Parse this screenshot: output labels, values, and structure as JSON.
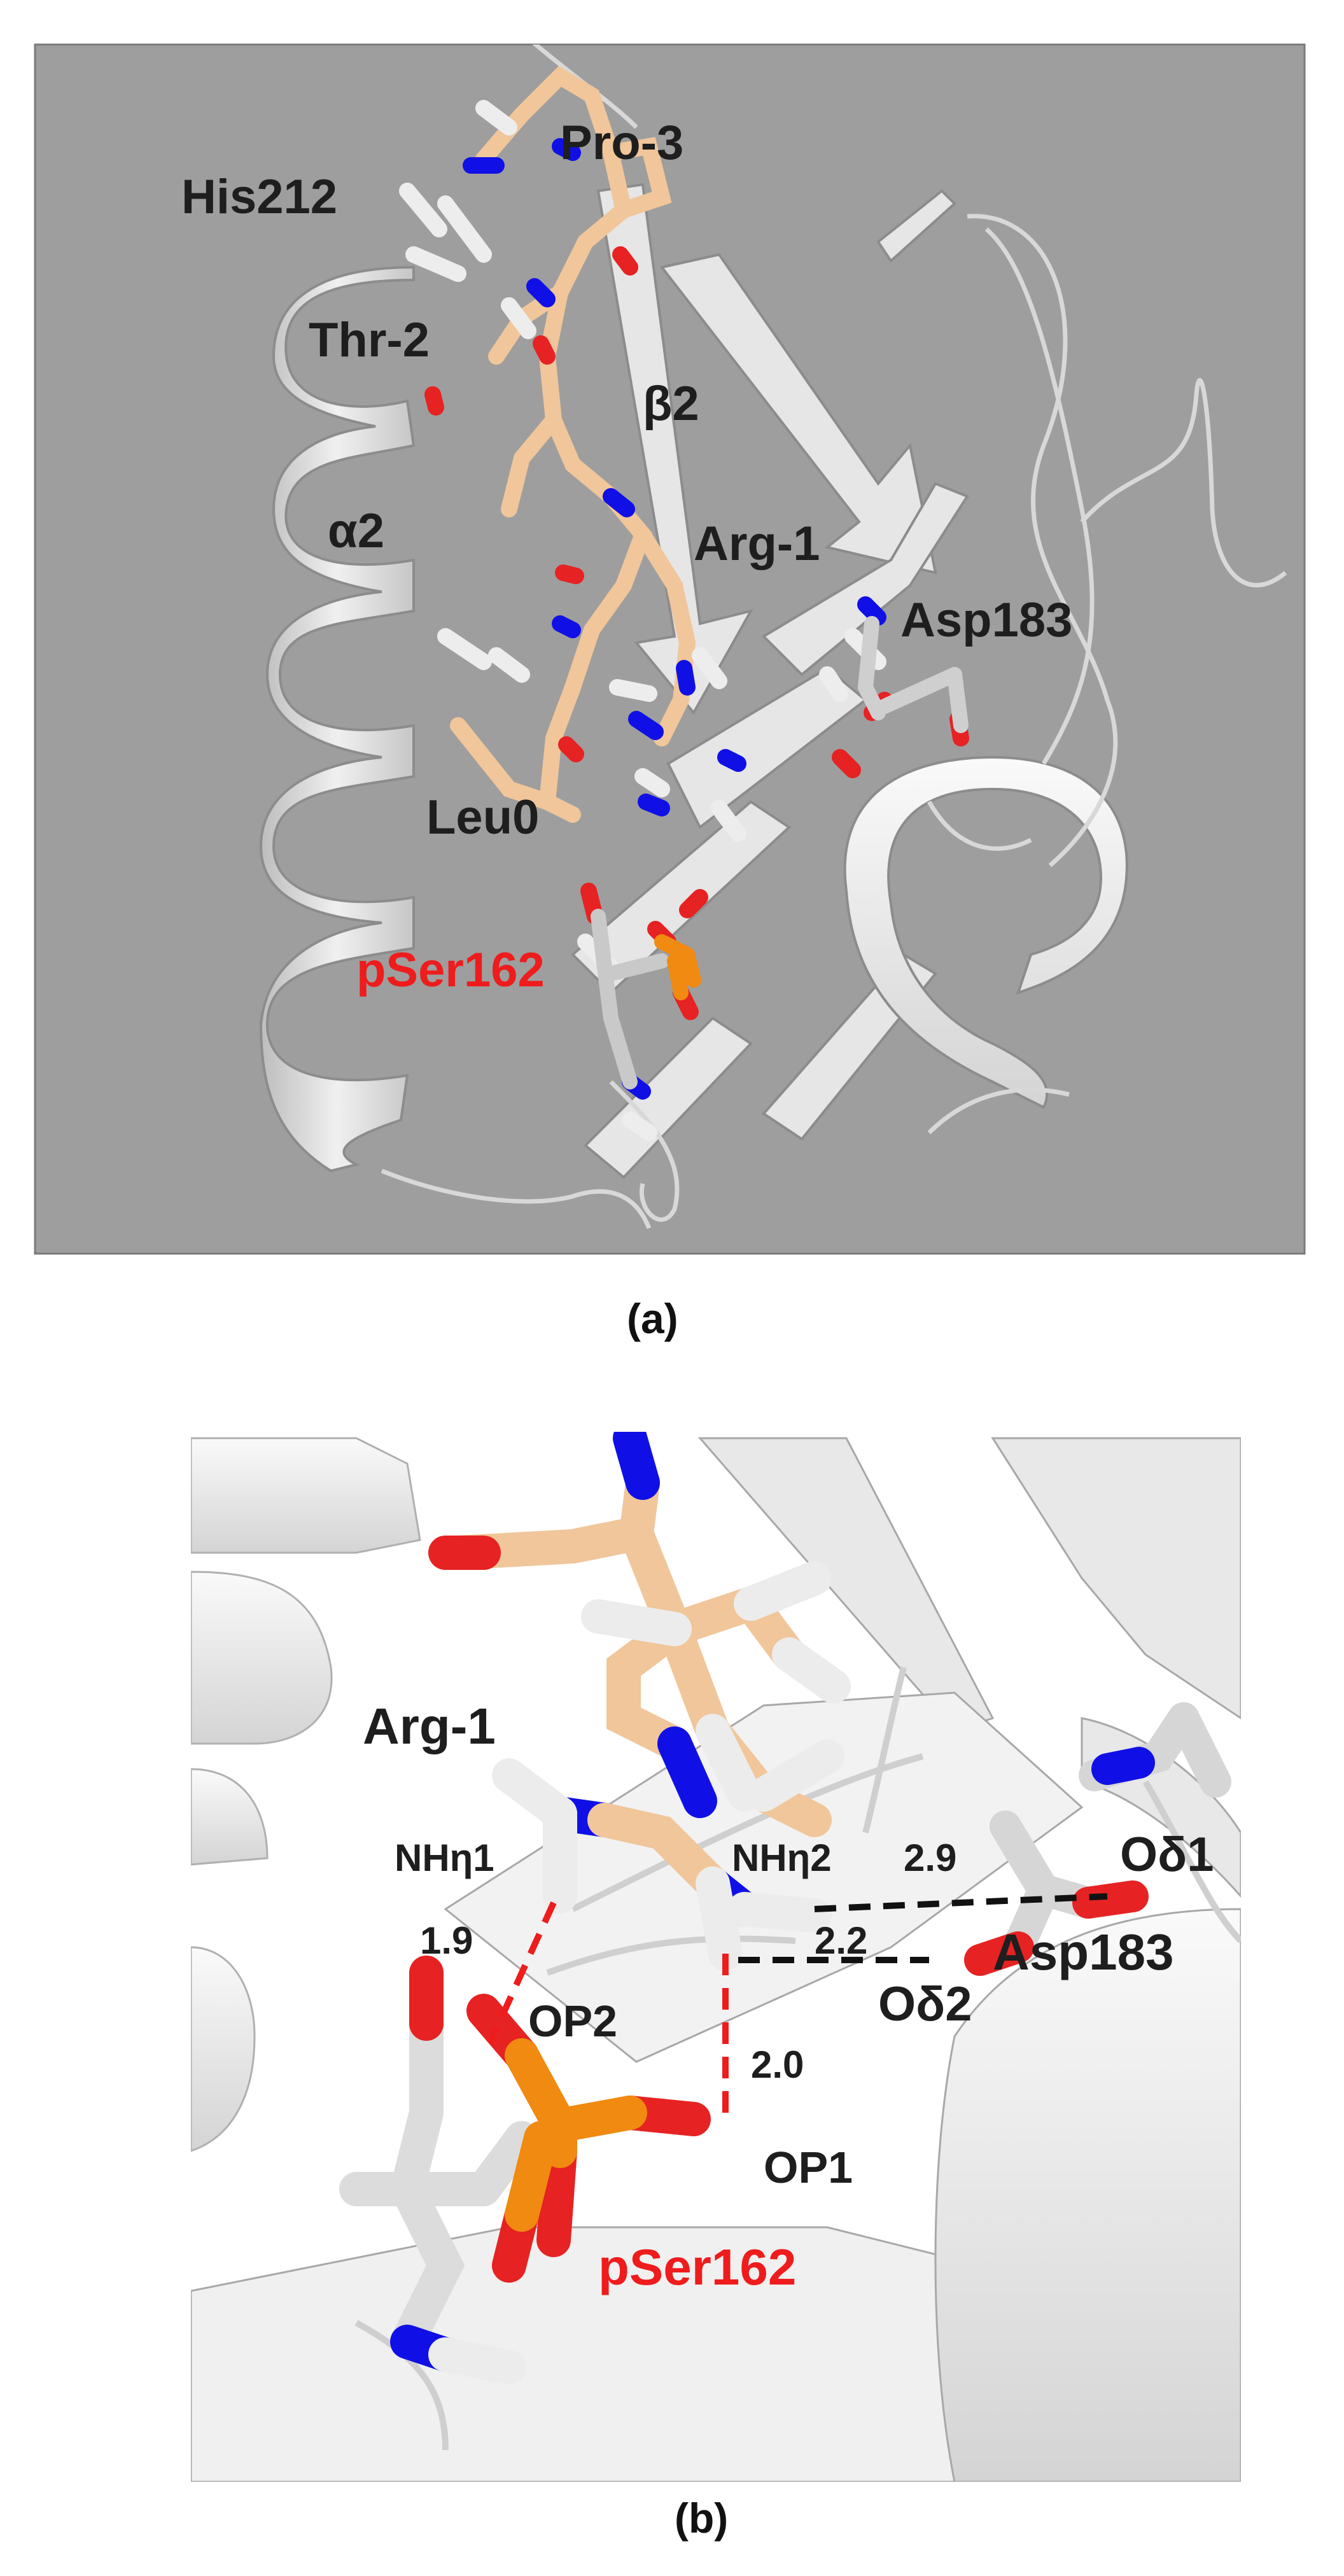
{
  "panel_a": {
    "caption": "(a)",
    "labels": {
      "pro": "Pro-3",
      "his": "His212",
      "thr": "Thr-2",
      "beta": "β2",
      "alpha": "α2",
      "arg": "Arg-1",
      "asp": "Asp183",
      "leu": "Leu0",
      "pser": "pSer162"
    }
  },
  "panel_b": {
    "caption": "(b)",
    "labels": {
      "arg": "Arg-1",
      "nh1": "NHη1",
      "nh2": "NHη2",
      "od1": "Oδ1",
      "od2": "Oδ2",
      "asp": "Asp183",
      "op2": "OP2",
      "op1": "OP1",
      "pser": "pSer162"
    },
    "distances": {
      "d_nh1_op2": "1.9",
      "d_nh2_op1": "2.0",
      "d_nh2_od2": "2.2",
      "d_nh2_od1": "2.9"
    }
  },
  "colors": {
    "background_a": "#9e9e9e",
    "ribbon": "#e2e2e2",
    "peptide_carbon": "#f0c69a",
    "nitrogen": "#1010e6",
    "oxygen": "#e62222",
    "phosphorus": "#f08a10",
    "hbond_red": "#ee1c1c",
    "hbond_black": "#111111"
  }
}
